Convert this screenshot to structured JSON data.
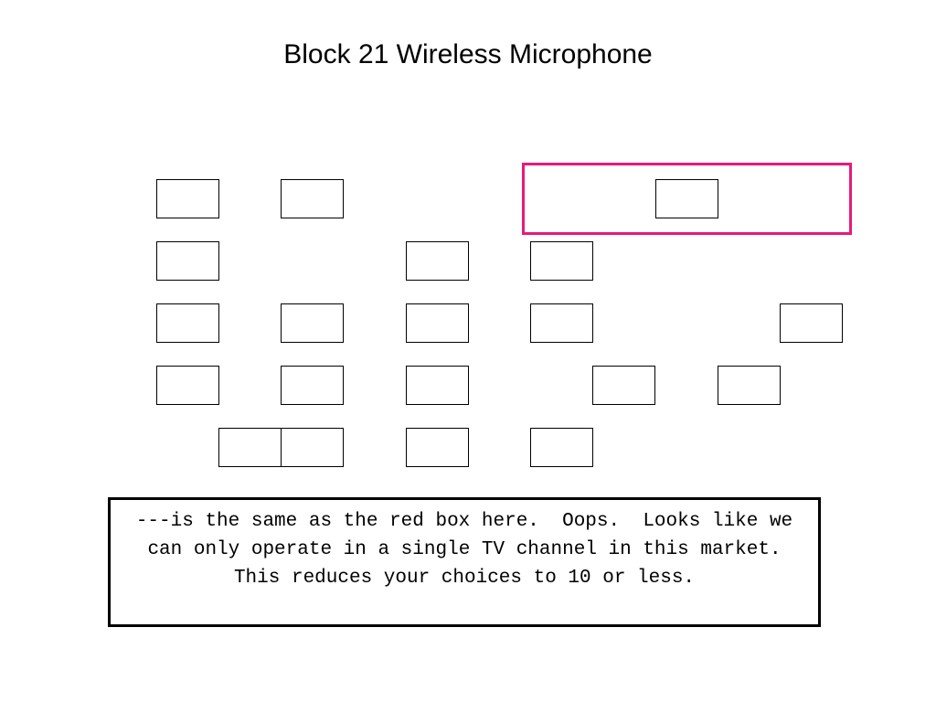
{
  "title": "Block 21 Wireless Microphone",
  "colors": {
    "highlight": "#e8197a",
    "cell_border": "#000000"
  },
  "grid": {
    "columns": 11,
    "rows": 5,
    "occupied_cells": [
      {
        "row": 1,
        "col": 1
      },
      {
        "row": 1,
        "col": 3
      },
      {
        "row": 1,
        "col": 9
      },
      {
        "row": 2,
        "col": 1
      },
      {
        "row": 2,
        "col": 5
      },
      {
        "row": 2,
        "col": 7
      },
      {
        "row": 3,
        "col": 1
      },
      {
        "row": 3,
        "col": 3
      },
      {
        "row": 3,
        "col": 5
      },
      {
        "row": 3,
        "col": 7
      },
      {
        "row": 3,
        "col": 11
      },
      {
        "row": 4,
        "col": 1
      },
      {
        "row": 4,
        "col": 3
      },
      {
        "row": 4,
        "col": 5
      },
      {
        "row": 4,
        "col": 8
      },
      {
        "row": 4,
        "col": 10
      },
      {
        "row": 5,
        "col": 2
      },
      {
        "row": 5,
        "col": 3
      },
      {
        "row": 5,
        "col": 5
      },
      {
        "row": 5,
        "col": 7
      }
    ]
  },
  "note": "---is the same as the red box here.  Oops.  Looks like we can only operate in a single TV channel in this market.  This reduces your choices to 10 or less."
}
